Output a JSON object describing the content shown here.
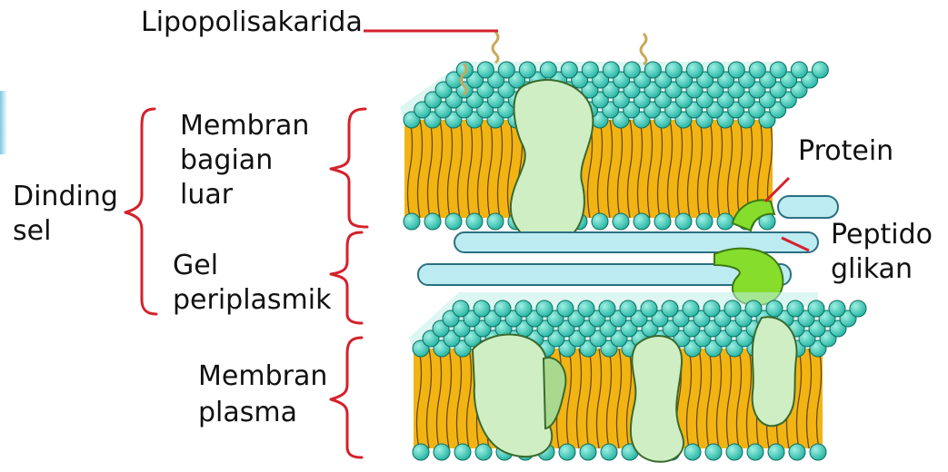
{
  "labels": {
    "lipopolisakarida": "Lipopolisakarida",
    "membran_luar_1": "Membran",
    "membran_luar_2": "bagian",
    "membran_luar_3": "luar",
    "dinding_1": "Dinding",
    "dinding_2": "sel",
    "gel_1": "Gel",
    "gel_2": "periplasmik",
    "membran_plasma_1": "Membran",
    "membran_plasma_2": "plasma",
    "protein": "Protein",
    "peptido_1": "Peptido",
    "peptido_2": "glikan"
  },
  "colors": {
    "bracket": "#d4212b",
    "head": "#2fbfae",
    "head_stroke": "#0f6f62",
    "tail": "#f2b413",
    "tail_line": "#6b4a0a",
    "protein": "#cfeec4",
    "protein_stroke": "#3a6a2e",
    "peptidoglycan": "#bdebf2",
    "peptidoglycan_stroke": "#2c6f82",
    "porin": "#86dd2c"
  }
}
